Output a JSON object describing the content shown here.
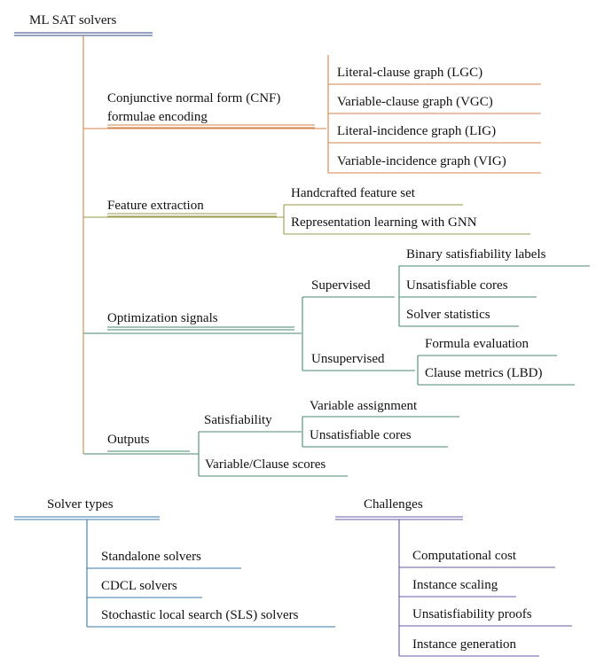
{
  "colors": {
    "root": "#2b4a8a",
    "cnf": "#d4834a",
    "feature": "#9a9a4a",
    "optimization": "#4a8a6e",
    "outputs": "#4a8a6e",
    "solver_types": "#3a7aa8",
    "challenges": "#6a58a8",
    "trunk": "#c88a4a"
  },
  "ml_sat": {
    "title": "ML SAT solvers",
    "cnf": {
      "label_line1": "Conjunctive normal form (CNF)",
      "label_line2": "formulae encoding",
      "items": [
        "Literal-clause graph (LGC)",
        "Variable-clause graph (VGC)",
        "Literal-incidence graph (LIG)",
        "Variable-incidence graph (VIG)"
      ]
    },
    "feature": {
      "label": "Feature extraction",
      "items": [
        "Handcrafted feature set",
        "Representation learning with GNN"
      ]
    },
    "optimization": {
      "label": "Optimization signals",
      "supervised": {
        "label": "Supervised",
        "items": [
          "Binary satisfiability labels",
          "Unsatisfiable cores",
          "Solver statistics"
        ]
      },
      "unsupervised": {
        "label": "Unsupervised",
        "items": [
          "Formula evaluation",
          "Clause metrics (LBD)"
        ]
      }
    },
    "outputs": {
      "label": "Outputs",
      "satisfiability": {
        "label": "Satisfiability",
        "items": [
          "Variable assignment",
          "Unsatisfiable cores"
        ]
      },
      "scores": "Variable/Clause scores"
    }
  },
  "solver_types": {
    "title": "Solver types",
    "items": [
      "Standalone solvers",
      "CDCL solvers",
      "Stochastic local search (SLS) solvers"
    ]
  },
  "challenges": {
    "title": "Challenges",
    "items": [
      "Computational cost",
      "Instance scaling",
      "Unsatisfiability proofs",
      "Instance generation"
    ]
  }
}
